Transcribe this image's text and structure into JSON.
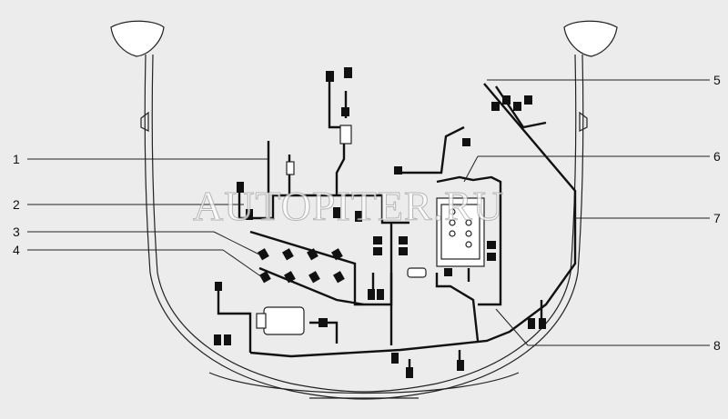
{
  "diagram": {
    "watermark": "AUTOPITER.RU",
    "callouts": [
      {
        "id": "1",
        "label": "1"
      },
      {
        "id": "2",
        "label": "2"
      },
      {
        "id": "3",
        "label": "3"
      },
      {
        "id": "4",
        "label": "4"
      },
      {
        "id": "5",
        "label": "5"
      },
      {
        "id": "6",
        "label": "6"
      },
      {
        "id": "7",
        "label": "7"
      },
      {
        "id": "8",
        "label": "8"
      }
    ]
  }
}
